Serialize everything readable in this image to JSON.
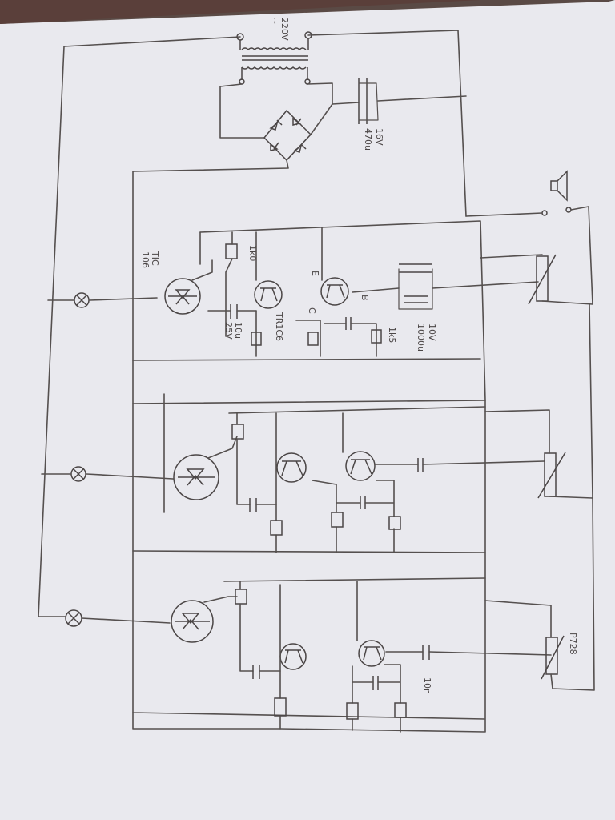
{
  "labels": {
    "mains_voltage": "220V",
    "mains_symbol": "~",
    "filter_cap_voltage": "16V",
    "filter_cap_value": "470u",
    "triac_name": "TIC",
    "triac_number": "106",
    "resistor_r1": "1k0",
    "small_cap_value": "10u",
    "small_cap_voltage": "25V",
    "transistor_ujt": "TR1C6",
    "emitter_E": "E",
    "base_B": "B",
    "collector_C": "C",
    "resistor_r2": "1k5",
    "coupling_cap_voltage": "10V",
    "coupling_cap_value": "1000u",
    "cap_10n": "10n",
    "pot_label": "P728"
  }
}
